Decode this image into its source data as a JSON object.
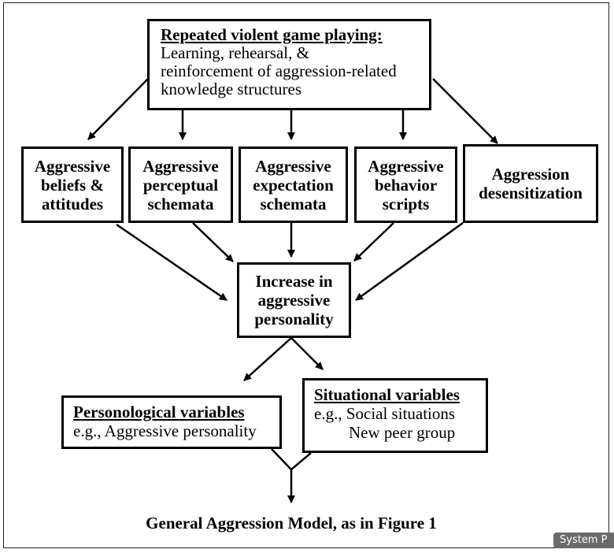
{
  "top": {
    "title": "Repeated violent game playing:",
    "lines": [
      "Learning, rehearsal, &",
      "reinforcement of aggression-related",
      "knowledge structures"
    ]
  },
  "mid_boxes": [
    {
      "lines": [
        "Aggressive",
        "beliefs &",
        "attitudes"
      ]
    },
    {
      "lines": [
        "Aggressive",
        "perceptual",
        "schemata"
      ]
    },
    {
      "lines": [
        "Aggressive",
        "expectation",
        "schemata"
      ]
    },
    {
      "lines": [
        "Aggressive",
        "behavior",
        "scripts"
      ]
    },
    {
      "lines": [
        "Aggression",
        "desensitization"
      ]
    }
  ],
  "center": {
    "lines": [
      "Increase in",
      "aggressive",
      "personality"
    ]
  },
  "personological": {
    "title": "Personological variables",
    "line": "e.g., Aggressive personality"
  },
  "situational": {
    "title": "Situational variables",
    "line1": "e.g., Social situations",
    "line2": "New peer group"
  },
  "caption": "General Aggression Model, as in Figure 1",
  "badge": "System P"
}
